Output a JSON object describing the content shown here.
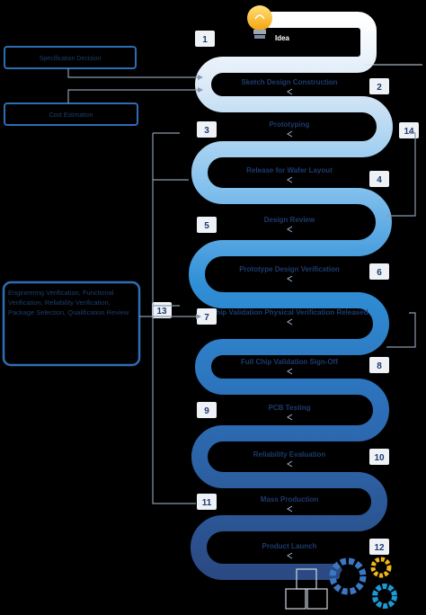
{
  "start_label": "Idea",
  "steps": [
    {
      "label": "Sketch Design Construction"
    },
    {
      "label": "Prototyping"
    },
    {
      "label": "Release for Wafer Layout"
    },
    {
      "label": "Design Review"
    },
    {
      "label": "Prototype Design Verification"
    },
    {
      "label": "Chip Validation Physical Verification Released"
    },
    {
      "label": "Full Chip Validation Sign-Off"
    },
    {
      "label": "PCB Testing"
    },
    {
      "label": "Reliability Evaluation"
    },
    {
      "label": "Mass Production"
    },
    {
      "label": "Product Launch"
    }
  ],
  "step_numbers": [
    "1",
    "2",
    "3",
    "4",
    "5",
    "6",
    "7",
    "8",
    "9",
    "10",
    "11",
    "12",
    "13",
    "14"
  ],
  "side_boxes": [
    {
      "text": "Specification Decision"
    },
    {
      "text": "Cost Estimation"
    },
    {
      "text": "Engineering Verification, Functional Verification, Reliability Verification, Package Selection, Qualification Review"
    }
  ],
  "colors": {
    "background": "#000000",
    "ribbon_light": "#dbe9f7",
    "ribbon_mid": "#2f8fd6",
    "ribbon_dark": "#2b4a84",
    "box_border": "#2e6db4",
    "bulb": "#f4b41a",
    "gear_blue": "#3a78c4",
    "gear_yellow": "#f2b817",
    "gear_cyan": "#1a9ad6"
  },
  "icons": [
    "lightbulb-icon",
    "gears-icon",
    "boxes-icon",
    "chevron-left-icon"
  ]
}
